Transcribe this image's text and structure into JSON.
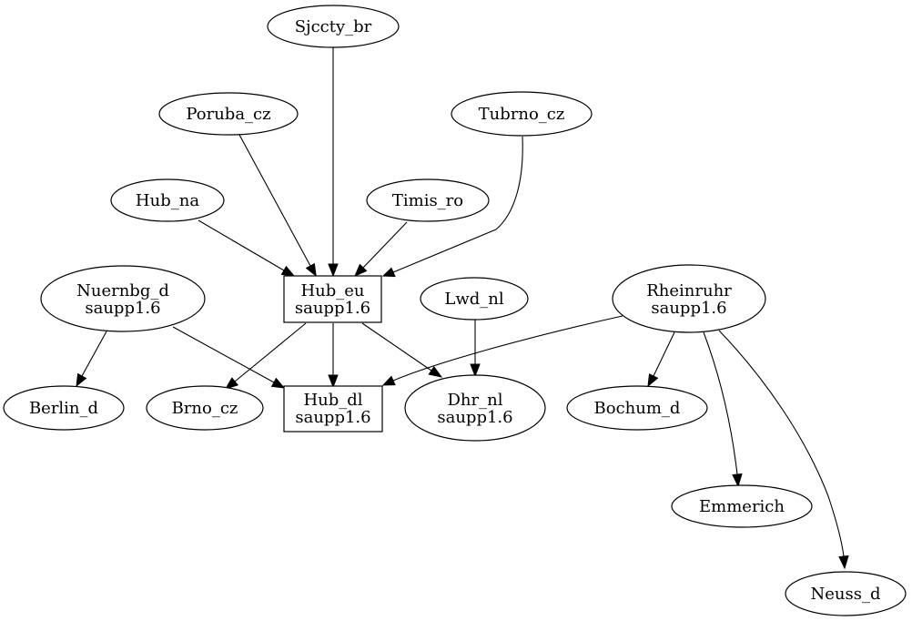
{
  "diagram": {
    "nodes": {
      "sjccty": {
        "line1": "Sjccty_br"
      },
      "poruba": {
        "line1": "Poruba_cz"
      },
      "tubrno": {
        "line1": "Tubrno_cz"
      },
      "hubna": {
        "line1": "Hub_na"
      },
      "timis": {
        "line1": "Timis_ro"
      },
      "hubeu": {
        "line1": "Hub_eu",
        "line2": "saupp1.6"
      },
      "nuernbg": {
        "line1": "Nuernbg_d",
        "line2": "saupp1.6"
      },
      "lwd": {
        "line1": "Lwd_nl"
      },
      "rheinruhr": {
        "line1": "Rheinruhr",
        "line2": "saupp1.6"
      },
      "berlin": {
        "line1": "Berlin_d"
      },
      "brno": {
        "line1": "Brno_cz"
      },
      "hubdl": {
        "line1": "Hub_dl",
        "line2": "saupp1.6"
      },
      "dhr": {
        "line1": "Dhr_nl",
        "line2": "saupp1.6"
      },
      "bochum": {
        "line1": "Bochum_d"
      },
      "emmerich": {
        "line1": "Emmerich"
      },
      "neuss": {
        "line1": "Neuss_d"
      }
    },
    "edges": [
      {
        "from": "Sjccty_br",
        "to": "Hub_eu"
      },
      {
        "from": "Poruba_cz",
        "to": "Hub_eu"
      },
      {
        "from": "Tubrno_cz",
        "to": "Hub_eu"
      },
      {
        "from": "Hub_na",
        "to": "Hub_eu"
      },
      {
        "from": "Timis_ro",
        "to": "Hub_eu"
      },
      {
        "from": "Hub_eu",
        "to": "Brno_cz"
      },
      {
        "from": "Hub_eu",
        "to": "Hub_dl"
      },
      {
        "from": "Hub_eu",
        "to": "Dhr_nl"
      },
      {
        "from": "Nuernbg_d",
        "to": "Berlin_d"
      },
      {
        "from": "Nuernbg_d",
        "to": "Hub_dl"
      },
      {
        "from": "Lwd_nl",
        "to": "Dhr_nl"
      },
      {
        "from": "Rheinruhr",
        "to": "Hub_dl"
      },
      {
        "from": "Rheinruhr",
        "to": "Bochum_d"
      },
      {
        "from": "Rheinruhr",
        "to": "Emmerich"
      },
      {
        "from": "Rheinruhr",
        "to": "Neuss_d"
      }
    ]
  }
}
